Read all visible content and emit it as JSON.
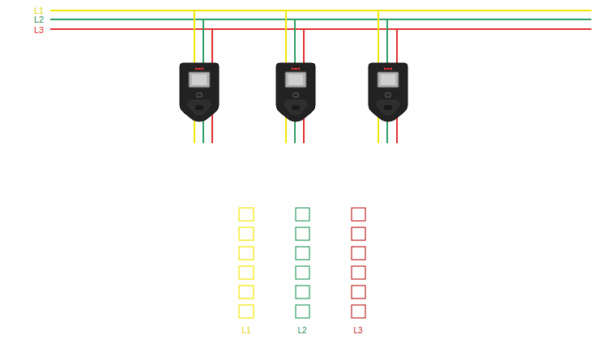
{
  "diagram": {
    "labels": [
      "L1",
      "L2",
      "L3",
      "L1",
      "L2",
      "L3"
    ]
  }
}
